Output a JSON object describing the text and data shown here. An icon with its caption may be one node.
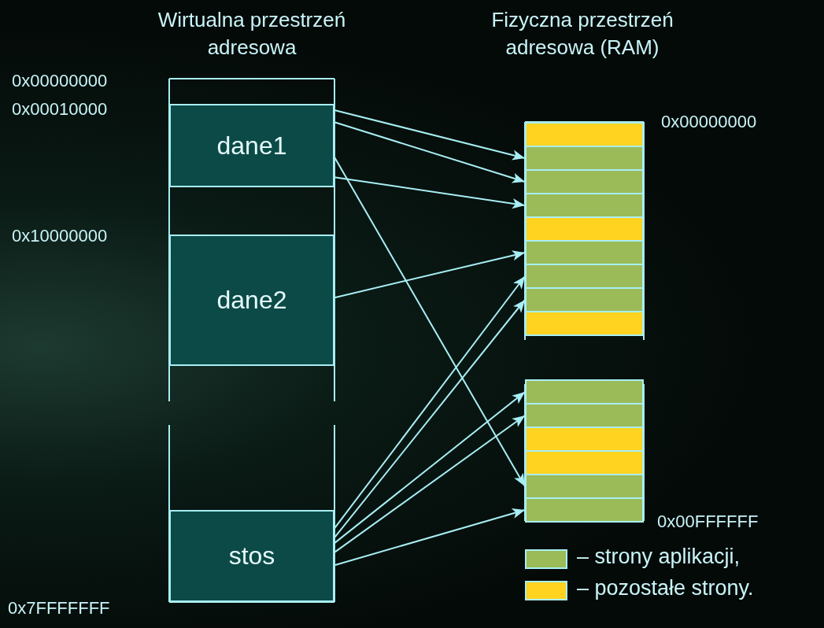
{
  "diagram": {
    "nodes": [
      {
        "text": [
          "Wirtualna przestrzeń adresowa"
        ]
      },
      {
        "text": [
          "dane1"
        ],
        "in": 0
      },
      {
        "text": [
          "dane2"
        ],
        "in": 0
      },
      {
        "text": [
          "stos"
        ],
        "in": 0
      },
      {
        "text": [
          "Fizyczna przestrzeń adresowa (RAM)"
        ]
      },
      {
        "text": [],
        "shape": "box",
        "in": 4
      },
      {
        "text": [],
        "shape": "box",
        "in": 4
      },
      {
        "text": [],
        "shape": "box",
        "in": 4
      },
      {
        "text": [],
        "shape": "box",
        "in": 4
      },
      {
        "text": [],
        "shape": "box",
        "in": 4
      },
      {
        "text": [],
        "shape": "box",
        "in": 4
      },
      {
        "text": [],
        "shape": "box",
        "in": 4
      },
      {
        "text": [],
        "shape": "box",
        "in": 4
      },
      {
        "text": [],
        "shape": "box",
        "in": 4
      },
      {
        "text": [],
        "shape": "box",
        "in": 4
      },
      {
        "text": [],
        "shape": "box",
        "in": 4
      },
      {
        "text": [],
        "shape": "box",
        "in": 4
      },
      {
        "text": [],
        "shape": "box",
        "in": 4
      },
      {
        "text": [],
        "shape": "box",
        "in": 4
      },
      {
        "text": [],
        "shape": "box",
        "in": 4
      }
    ],
    "edges": [
      {
        "from": 1,
        "to": 6,
        "arrow": "to"
      },
      {
        "from": 1,
        "to": 7,
        "arrow": "to"
      },
      {
        "from": 1,
        "to": 8,
        "arrow": "to"
      },
      {
        "from": 1,
        "to": 18,
        "arrow": "to"
      },
      {
        "from": 2,
        "to": 10,
        "arrow": "to"
      },
      {
        "from": 3,
        "to": 11,
        "arrow": "to"
      },
      {
        "from": 3,
        "to": 12,
        "arrow": "to"
      },
      {
        "from": 3,
        "to": 14,
        "arrow": "to"
      },
      {
        "from": 3,
        "to": 15,
        "arrow": "to"
      },
      {
        "from": 3,
        "to": 19,
        "arrow": "to"
      }
    ],
    "labels": [
      "0x00000000",
      "0x00010000",
      "0x10000000",
      "0x7FFFFFFF",
      "0x00000000",
      "0x00FFFFFF"
    ],
    "legend": [
      {
        "text": "– strony aplikacji,",
        "color": "#9bbb59"
      },
      {
        "text": "– pozostałe strony.",
        "color": "#ffd320"
      }
    ]
  }
}
